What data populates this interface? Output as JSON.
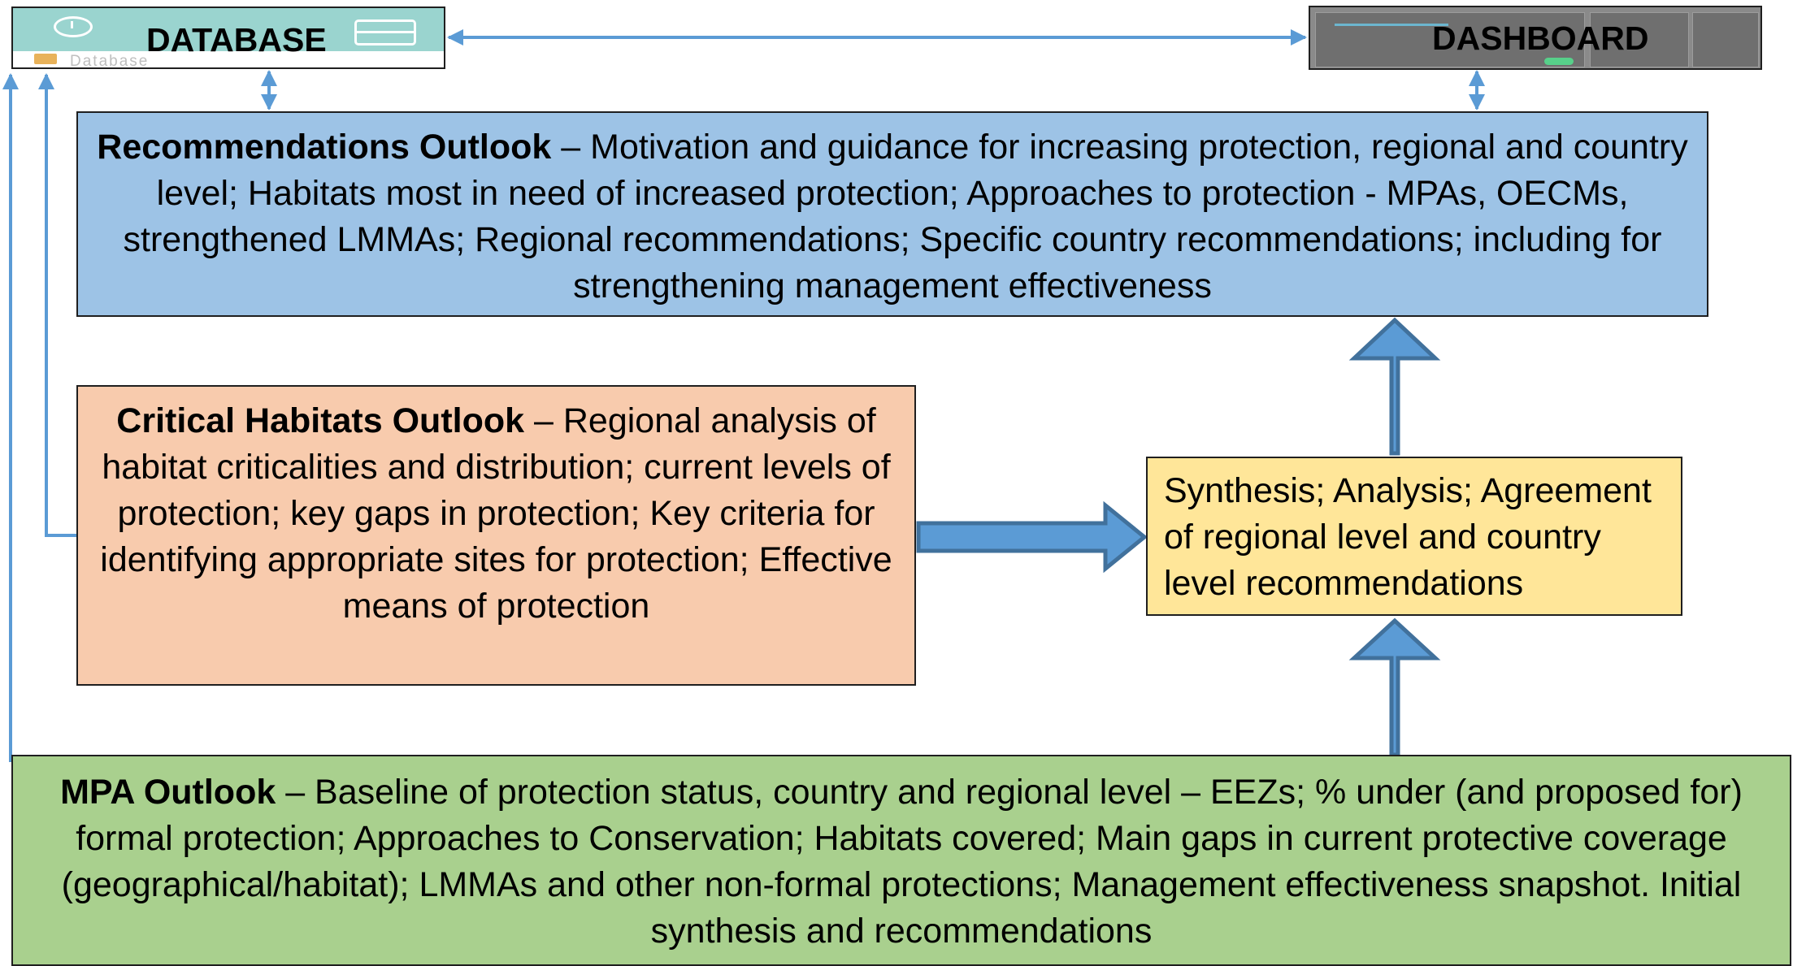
{
  "database": {
    "label": "DATABASE",
    "sub_label": "Database"
  },
  "dashboard": {
    "label": "DASHBOARD"
  },
  "recommendations": {
    "title": "Recommendations Outlook",
    "body": " – Motivation and guidance for increasing protection, regional and country level; Habitats most in need of increased protection;  Approaches to protection - MPAs, OECMs, strengthened LMMAs;  Regional recommendations; Specific country recommendations; including for strengthening management effectiveness"
  },
  "critical_habitats": {
    "title": "Critical Habitats Outlook",
    "body": " – Regional analysis of habitat criticalities and distribution; current levels of protection; key gaps in protection; Key criteria for identifying appropriate sites for protection; Effective means of protection"
  },
  "synthesis": {
    "body": "Synthesis; Analysis; Agreement of regional level and country level recommendations"
  },
  "mpa": {
    "title": "MPA Outlook",
    "body": " – Baseline of protection status, country and regional level – EEZs; % under (and proposed for) formal protection;  Approaches to Conservation; Habitats covered; Main gaps in current protective coverage (geographical/habitat); LMMAs and other non-formal protections; Management effectiveness snapshot. Initial synthesis and recommendations"
  },
  "colors": {
    "connector": "#5b9bd5",
    "block_arrow_fill": "#5b9bd5",
    "block_arrow_stroke": "#41719c"
  }
}
